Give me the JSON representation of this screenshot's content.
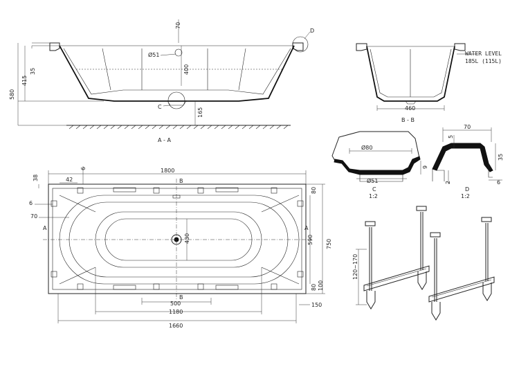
{
  "section_aa": {
    "label": "A - A",
    "dims": {
      "d70": "70",
      "d51": "Ø51",
      "d400": "400",
      "d415": "415",
      "d35": "35",
      "d580": "580",
      "d165": "165"
    },
    "detail_c": "C",
    "detail_d": "D"
  },
  "section_bb": {
    "label": "B - B",
    "water_level_line1": "WATER LEVEL",
    "water_level_line2": "185L (115L)",
    "d460": "460"
  },
  "detail_c": {
    "label": "C",
    "scale": "1:2",
    "d80": "Ø80",
    "d51": "Ø51",
    "d9": "9"
  },
  "detail_d": {
    "label": "D",
    "scale": "1:2",
    "d70": "70",
    "d5": "5",
    "d35": "35",
    "d2": "2",
    "d6": "6"
  },
  "plan": {
    "d1800": "1800",
    "d6top": "6",
    "d38": "38",
    "d42": "42",
    "d6left": "6",
    "d70": "70",
    "a_left": "A",
    "a_right": "A",
    "b_top": "B",
    "b_bottom": "B",
    "d430": "430",
    "d590": "590",
    "d750": "750",
    "d80top": "80",
    "d80bot": "80",
    "d100": "100",
    "d150": "150",
    "d500": "500",
    "d1180": "1180",
    "d1660": "1660"
  },
  "legs": {
    "range": "120~170"
  }
}
